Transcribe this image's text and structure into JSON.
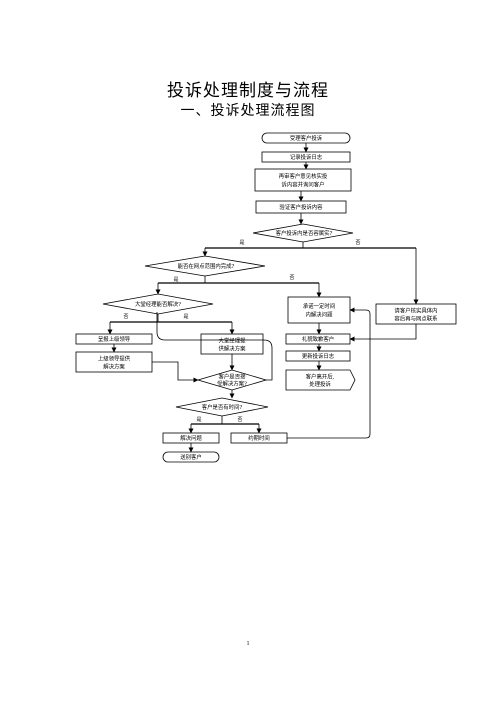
{
  "title": "投诉处理制度与流程",
  "subtitle": "一、投诉处理流程图",
  "nodes": {
    "accept": "受理客户投诉",
    "log": "记录投诉日志",
    "review_1": "再审客户意见核实投",
    "review_2": "诉内容并询问客户",
    "verify": "验证客户投诉内容",
    "decide_scope": "客户投诉内是否容属实?",
    "decide_network": "能否在网点范围内完成?",
    "decide_manager": "大堂经理能否解决?",
    "decide_fix_1": "承诺一定时间",
    "decide_fix_2": "内解决问题",
    "explain_1": "请客户核实具体内",
    "explain_2": "容后再与网点联系",
    "report": "呈报上级领导",
    "leader_1": "上级领导提供",
    "leader_2": "解决方案",
    "mgr_1": "大堂经理提",
    "mgr_2": "供解决方案",
    "apologize": "礼貌致歉客户",
    "update_log": "更新投诉日志",
    "satisfied_1": "客户是否接",
    "satisfied_2": "受解决方案?",
    "leave_1": "客户离开后,",
    "leave_2": "处理投诉",
    "time_check": "客户是否有时间?",
    "resolve": "解决问题",
    "callback": "约期时间",
    "send_off": "送别客户"
  },
  "edge_labels": {
    "yes": "是",
    "no": "否"
  },
  "page_number": "1"
}
